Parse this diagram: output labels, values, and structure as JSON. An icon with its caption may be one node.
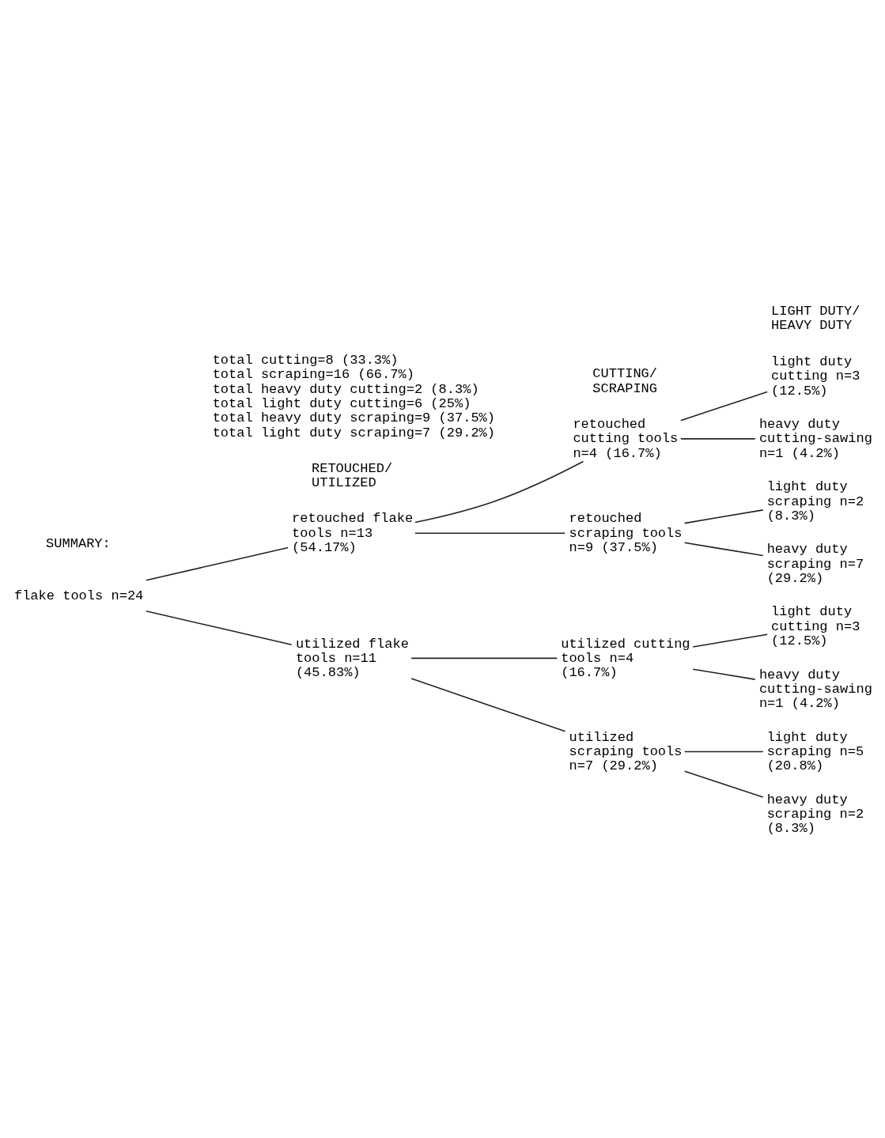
{
  "diagram": {
    "nodes": [
      {
        "text": [
          "flake tools n=24"
        ]
      },
      {
        "text": [
          "retouched flake tools n=13 (54.17%)"
        ]
      },
      {
        "text": [
          "retouched cutting tools n=4 (16.7%)"
        ]
      },
      {
        "text": [
          "light duty cutting n=3 (12.5%)"
        ]
      },
      {
        "text": [
          "heavy duty cutting-sawing n=1 (4.2%)"
        ]
      },
      {
        "text": [
          "retouched scraping tools n=9 (37.5%)"
        ]
      },
      {
        "text": [
          "light duty scraping n=2 (8.3%)"
        ]
      },
      {
        "text": [
          "heavy duty scraping n=7 (29.2%)"
        ]
      },
      {
        "text": [
          "utilized flake tools n=11 (45.83%)"
        ]
      },
      {
        "text": [
          "utilized cutting tools n=4 (16.7%)"
        ]
      },
      {
        "text": [
          "light duty cutting n=3 (12.5%)"
        ]
      },
      {
        "text": [
          "heavy duty cutting-sawing n=1 (4.2%)"
        ]
      },
      {
        "text": [
          "utilized scraping tools n=7 (29.2%)"
        ]
      },
      {
        "text": [
          "light duty scraping n=5 (20.8%)"
        ]
      },
      {
        "text": [
          "heavy duty scraping n=2 (8.3%)"
        ]
      }
    ],
    "edges": [
      {
        "from": 0,
        "to": 1,
        "arrow": "none"
      },
      {
        "from": 0,
        "to": 8,
        "arrow": "none"
      },
      {
        "from": 1,
        "to": 2,
        "arrow": "none"
      },
      {
        "from": 1,
        "to": 5,
        "arrow": "none"
      },
      {
        "from": 2,
        "to": 3,
        "arrow": "none"
      },
      {
        "from": 2,
        "to": 4,
        "arrow": "none"
      },
      {
        "from": 5,
        "to": 6,
        "arrow": "none"
      },
      {
        "from": 5,
        "to": 7,
        "arrow": "none"
      },
      {
        "from": 8,
        "to": 9,
        "arrow": "none"
      },
      {
        "from": 8,
        "to": 12,
        "arrow": "none"
      },
      {
        "from": 9,
        "to": 10,
        "arrow": "none"
      },
      {
        "from": 9,
        "to": 11,
        "arrow": "none"
      },
      {
        "from": 12,
        "to": 13,
        "arrow": "none"
      },
      {
        "from": 12,
        "to": 14,
        "arrow": "none"
      }
    ],
    "labels": [
      "RETOUCHED/ UTILIZED",
      "CUTTING/ SCRAPING",
      "LIGHT DUTY/ HEAVY DUTY",
      "SUMMARY:",
      "total cutting=8 (33.3%)",
      "total scraping=16 (66.7%)",
      "total heavy duty cutting=2 (8.3%)",
      "total light duty cutting=6 (25%)",
      "total heavy duty scraping=9 (37.5%)",
      "total light duty scraping=7 (29.2%)"
    ]
  }
}
